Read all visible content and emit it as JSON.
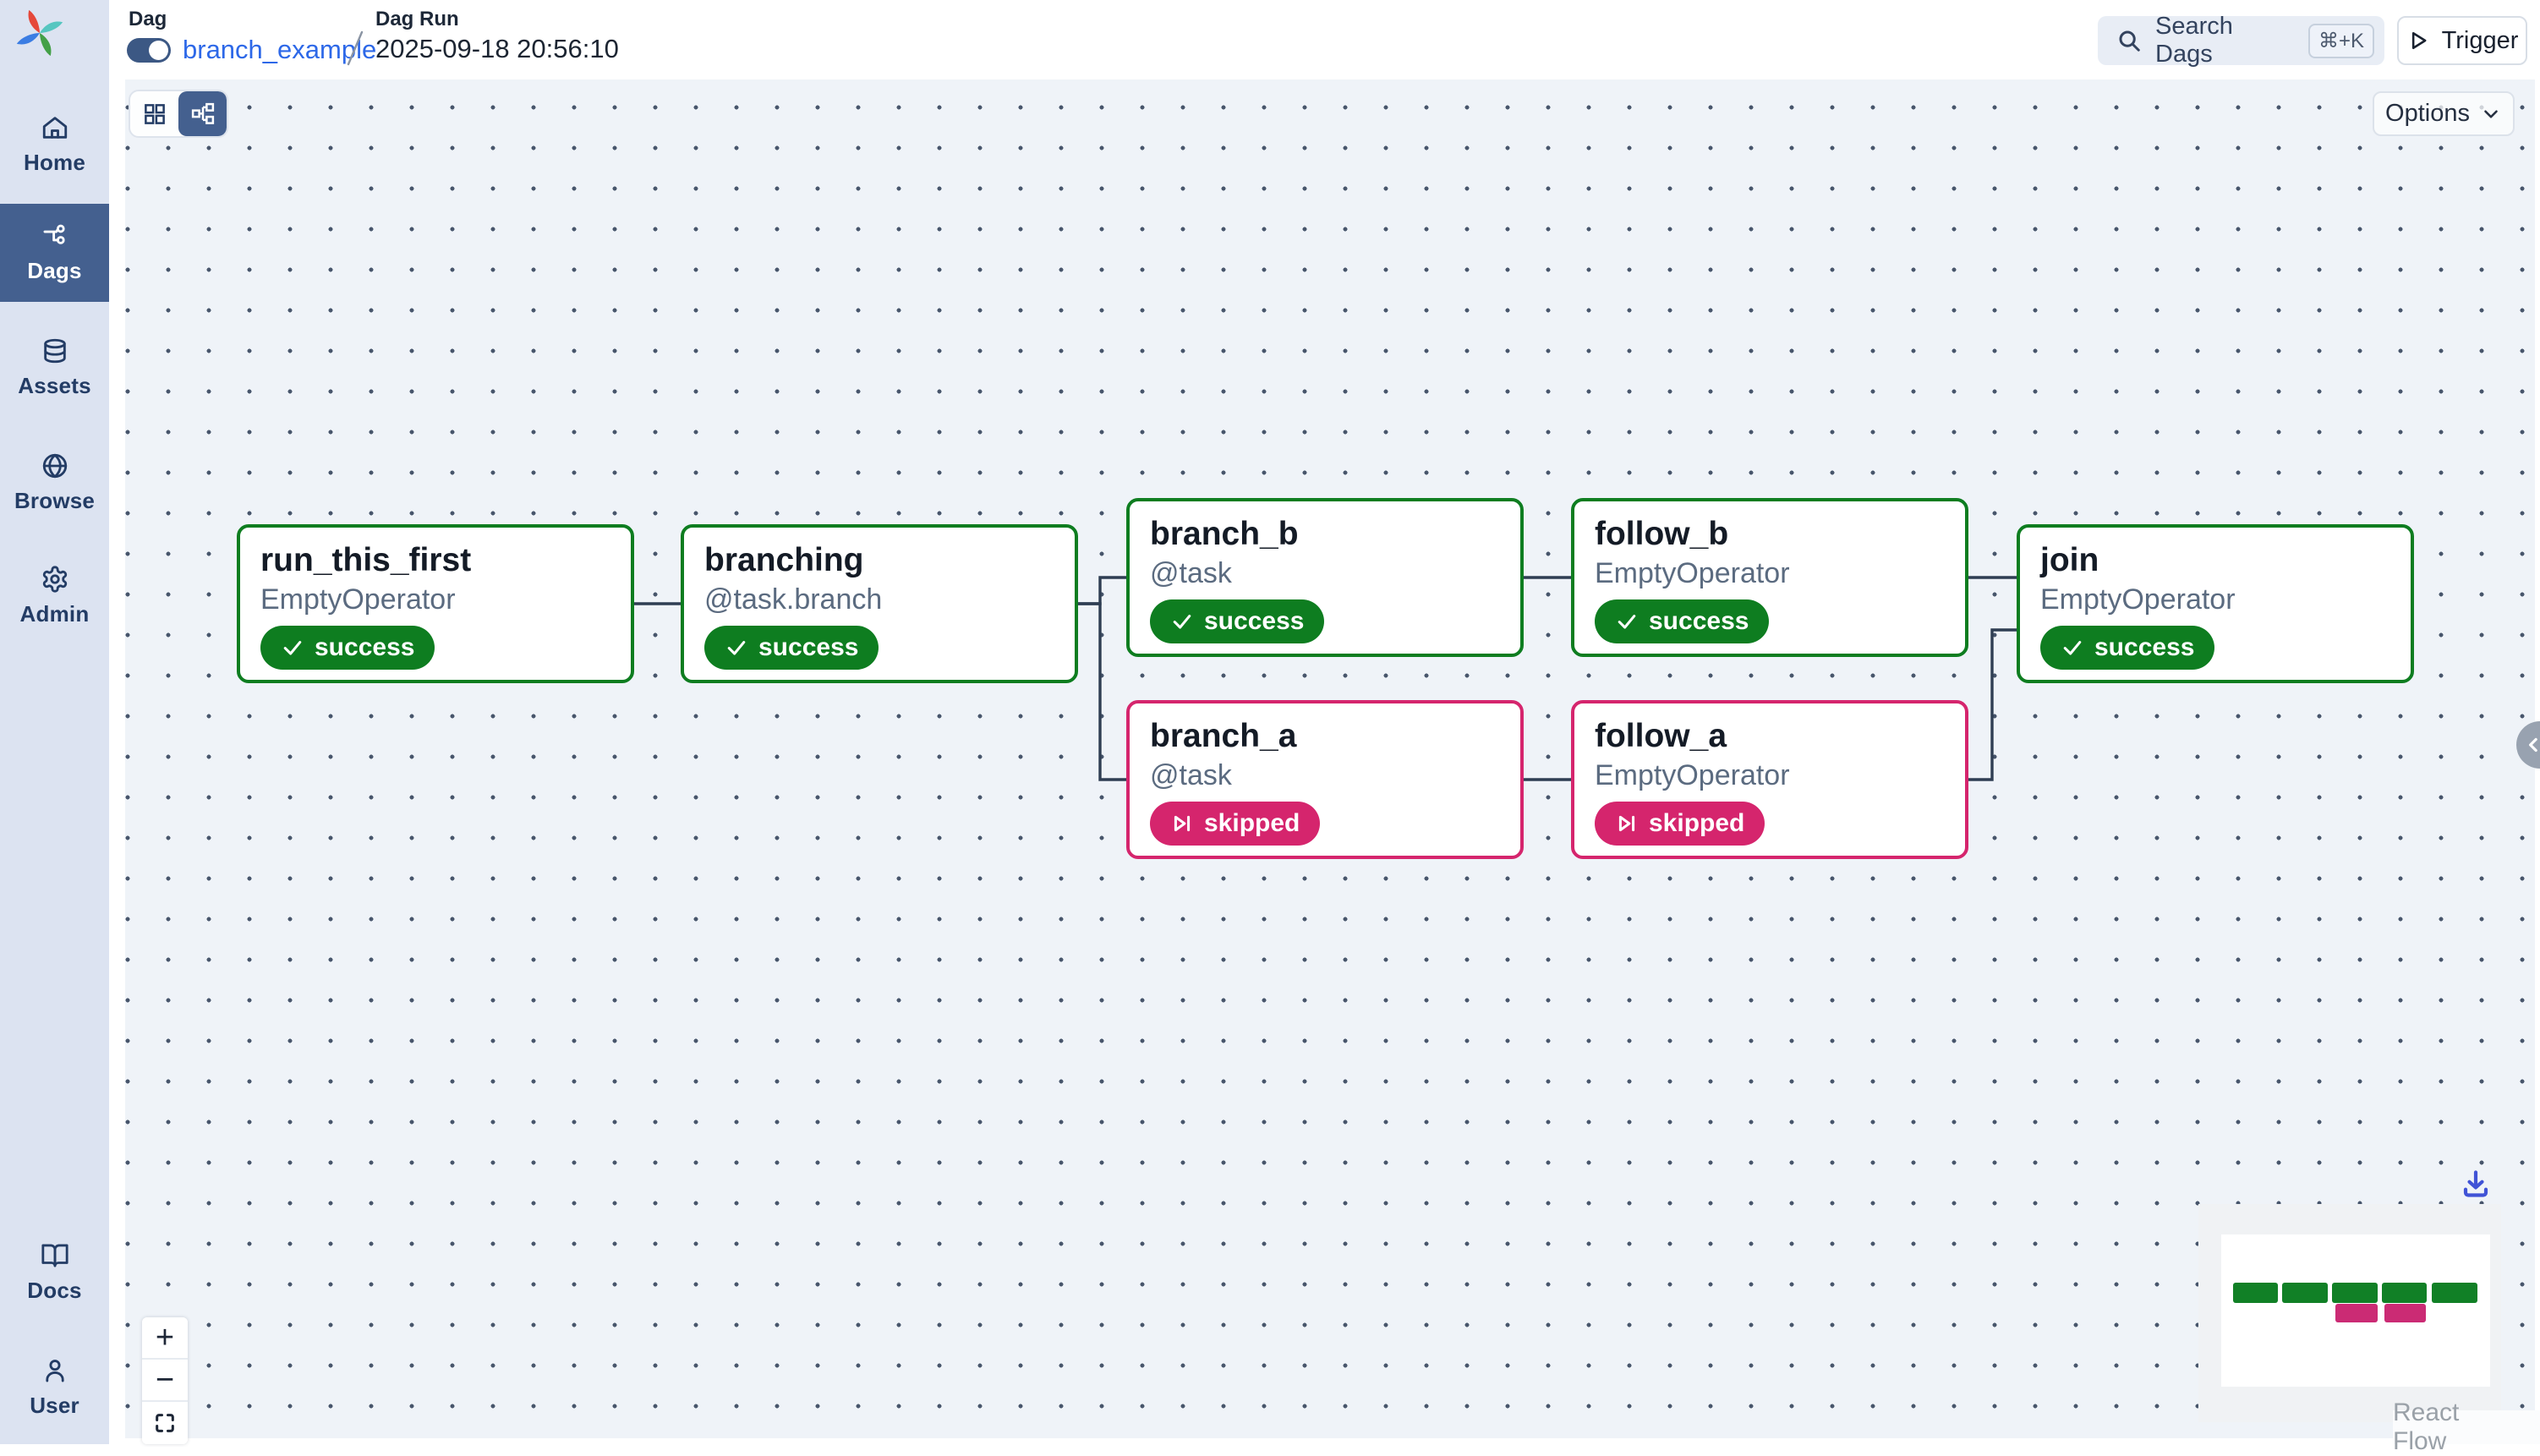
{
  "app": {
    "name": "Airflow"
  },
  "breadcrumb": {
    "dag_label": "Dag",
    "dag_name": "branch_example",
    "dag_run_label": "Dag Run",
    "dag_run_value": "2025-09-18 20:56:10",
    "pause_toggle_on": true
  },
  "topbar": {
    "search_placeholder": "Search Dags",
    "search_kbd": "⌘+K",
    "trigger_label": "Trigger"
  },
  "sidebar": {
    "items": [
      {
        "label": "Home",
        "icon": "home-icon",
        "active": false
      },
      {
        "label": "Dags",
        "icon": "dags-icon",
        "active": true
      },
      {
        "label": "Assets",
        "icon": "assets-icon",
        "active": false
      },
      {
        "label": "Browse",
        "icon": "browse-icon",
        "active": false
      },
      {
        "label": "Admin",
        "icon": "admin-icon",
        "active": false
      }
    ],
    "footer_items": [
      {
        "label": "Docs",
        "icon": "docs-icon"
      },
      {
        "label": "User",
        "icon": "user-icon"
      }
    ]
  },
  "canvas": {
    "options_label": "Options",
    "zoom_in_label": "+",
    "zoom_out_label": "−",
    "attribution": "React Flow",
    "view_modes": [
      "grid",
      "graph"
    ],
    "active_view_mode": "graph"
  },
  "graph": {
    "nodes": [
      {
        "id": "run_this_first",
        "title": "run_this_first",
        "subtitle": "EmptyOperator",
        "state": "success",
        "state_label": "success"
      },
      {
        "id": "branching",
        "title": "branching",
        "subtitle": "@task.branch",
        "state": "success",
        "state_label": "success"
      },
      {
        "id": "branch_b",
        "title": "branch_b",
        "subtitle": "@task",
        "state": "success",
        "state_label": "success"
      },
      {
        "id": "follow_b",
        "title": "follow_b",
        "subtitle": "EmptyOperator",
        "state": "success",
        "state_label": "success"
      },
      {
        "id": "branch_a",
        "title": "branch_a",
        "subtitle": "@task",
        "state": "skipped",
        "state_label": "skipped"
      },
      {
        "id": "follow_a",
        "title": "follow_a",
        "subtitle": "EmptyOperator",
        "state": "skipped",
        "state_label": "skipped"
      },
      {
        "id": "join",
        "title": "join",
        "subtitle": "EmptyOperator",
        "state": "success",
        "state_label": "success"
      }
    ],
    "edges": [
      [
        "run_this_first",
        "branching"
      ],
      [
        "branching",
        "branch_b"
      ],
      [
        "branching",
        "branch_a"
      ],
      [
        "branch_b",
        "follow_b"
      ],
      [
        "branch_a",
        "follow_a"
      ],
      [
        "follow_b",
        "join"
      ],
      [
        "follow_a",
        "join"
      ]
    ]
  },
  "colors": {
    "success": "#0e7d20",
    "skipped": "#d5256d",
    "sidebar_bg": "#dce3f1",
    "sidebar_active": "#44608f",
    "canvas_bg": "#eff3f8",
    "edge": "#2f3e53",
    "link": "#2d68e8",
    "minimap_green": "#118026",
    "minimap_pink": "#cb2b74",
    "download_icon": "#4053d6"
  }
}
